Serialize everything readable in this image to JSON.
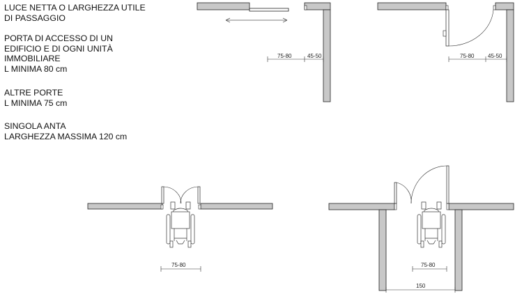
{
  "notes": {
    "block1_line1": "LUCE NETTA O LARGHEZZA UTILE",
    "block1_line2": "DI PASSAGGIO",
    "block2_line1": "PORTA DI ACCESSO DI UN",
    "block2_line2": "EDIFICIO E DI OGNI UNITÀ",
    "block2_line3": "IMMOBILIARE",
    "block2_line4": "L MINIMA 80 cm",
    "block3_line1": "ALTRE PORTE",
    "block3_line2": "L MINIMA 75 cm",
    "block4_line1": "SINGOLA ANTA",
    "block4_line2": "LARGHEZZA MASSIMA 120 cm"
  },
  "diagrams": {
    "sliding_door": {
      "dim_opening": "75-80",
      "dim_side": "45-50"
    },
    "swing_door": {
      "dim_opening": "75-80",
      "dim_side": "45-50"
    },
    "double_door": {
      "dim_opening": "75-80"
    },
    "corridor_door": {
      "dim_opening": "75-80",
      "dim_corridor": "150"
    }
  },
  "colors": {
    "wall_fill": "#c8c8c8",
    "wall_stroke": "#222222",
    "line": "#333333"
  }
}
